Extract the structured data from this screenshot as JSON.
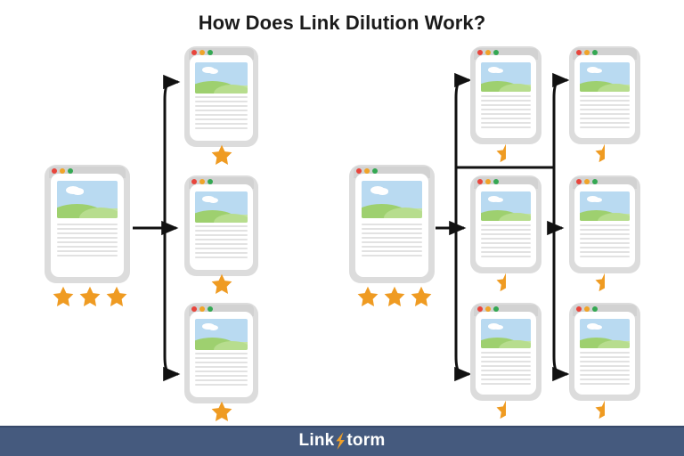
{
  "page": {
    "title": "How Does Link Dilution Work?",
    "background_color": "#ffffff",
    "accent_color": "#f0a02a",
    "footer_color": "#455a7e"
  },
  "footer": {
    "logo_word_1": "Link",
    "logo_icon": "lightning-bolt-icon",
    "logo_word_2": "torm"
  },
  "diagram": {
    "type": "link-equity-flow",
    "left_scenario": {
      "source": {
        "label": "source-page",
        "rating_icon": "full-star-icon",
        "rating_count": 3
      },
      "targets": [
        {
          "label": "linked-page",
          "rating_icon": "full-star-icon",
          "rating_count": 1
        },
        {
          "label": "linked-page",
          "rating_icon": "full-star-icon",
          "rating_count": 1
        },
        {
          "label": "linked-page",
          "rating_icon": "full-star-icon",
          "rating_count": 1
        }
      ]
    },
    "right_scenario": {
      "source": {
        "label": "source-page",
        "rating_icon": "full-star-icon",
        "rating_count": 3
      },
      "tier_one": [
        {
          "label": "linked-page",
          "rating_icon": "half-star-icon",
          "rating_count": 1
        },
        {
          "label": "linked-page",
          "rating_icon": "half-star-icon",
          "rating_count": 1
        },
        {
          "label": "linked-page",
          "rating_icon": "half-star-icon",
          "rating_count": 1
        }
      ],
      "tier_two": [
        {
          "label": "linked-page",
          "rating_icon": "half-star-icon",
          "rating_count": 1
        },
        {
          "label": "linked-page",
          "rating_icon": "half-star-icon",
          "rating_count": 1
        },
        {
          "label": "linked-page",
          "rating_icon": "half-star-icon",
          "rating_count": 1
        }
      ]
    }
  },
  "card": {
    "dot_red": "#e8453c",
    "dot_amber": "#f0a429",
    "dot_green": "#34a853",
    "sky_color": "#b9daf1",
    "hill_color": "#9ed06f",
    "text_line_count": 8
  }
}
